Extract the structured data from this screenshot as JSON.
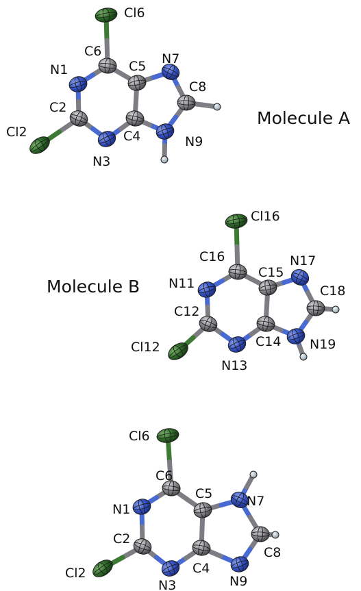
{
  "colors": {
    "C": "#8a8a8e",
    "N": "#3553c8",
    "Cl": "#2f6b2a",
    "H": "#b8c6cf",
    "C_bond": "#7d7d84",
    "N_bond": "#4a6ad3",
    "Cl_bond": "#3d7a34"
  },
  "molecules": [
    {
      "title": "Molecule A",
      "atoms": [
        {
          "id": "Cl6",
          "label": "Cl6",
          "el": "Cl"
        },
        {
          "id": "C6",
          "label": "C6",
          "el": "C"
        },
        {
          "id": "N1",
          "label": "N1",
          "el": "N"
        },
        {
          "id": "C2",
          "label": "C2",
          "el": "C"
        },
        {
          "id": "Cl2",
          "label": "Cl2",
          "el": "Cl"
        },
        {
          "id": "N3",
          "label": "N3",
          "el": "N"
        },
        {
          "id": "C4",
          "label": "C4",
          "el": "C"
        },
        {
          "id": "C5",
          "label": "C5",
          "el": "C"
        },
        {
          "id": "N7",
          "label": "N7",
          "el": "N"
        },
        {
          "id": "C8",
          "label": "C8",
          "el": "C"
        },
        {
          "id": "N9",
          "label": "N9",
          "el": "N"
        },
        {
          "id": "H8",
          "label": "",
          "el": "H"
        },
        {
          "id": "H9",
          "label": "",
          "el": "H"
        }
      ]
    },
    {
      "title": "Molecule B",
      "atoms": [
        {
          "id": "Cl16",
          "label": "Cl16",
          "el": "Cl"
        },
        {
          "id": "C16",
          "label": "C16",
          "el": "C"
        },
        {
          "id": "N11",
          "label": "N11",
          "el": "N"
        },
        {
          "id": "C12",
          "label": "C12",
          "el": "C"
        },
        {
          "id": "Cl12",
          "label": "Cl12",
          "el": "Cl"
        },
        {
          "id": "N13",
          "label": "N13",
          "el": "N"
        },
        {
          "id": "C14",
          "label": "C14",
          "el": "C"
        },
        {
          "id": "C15",
          "label": "C15",
          "el": "C"
        },
        {
          "id": "N17",
          "label": "N17",
          "el": "N"
        },
        {
          "id": "C18",
          "label": "C18",
          "el": "C"
        },
        {
          "id": "N19",
          "label": "N19",
          "el": "N"
        },
        {
          "id": "H18",
          "label": "",
          "el": "H"
        },
        {
          "id": "H19",
          "label": "",
          "el": "H"
        }
      ]
    },
    {
      "title": "",
      "atoms": [
        {
          "id": "Cl6",
          "label": "Cl6",
          "el": "Cl"
        },
        {
          "id": "C6",
          "label": "C6",
          "el": "C"
        },
        {
          "id": "N1",
          "label": "N1",
          "el": "N"
        },
        {
          "id": "C2",
          "label": "C2",
          "el": "C"
        },
        {
          "id": "Cl2",
          "label": "Cl2",
          "el": "Cl"
        },
        {
          "id": "N3",
          "label": "N3",
          "el": "N"
        },
        {
          "id": "C4",
          "label": "C4",
          "el": "C"
        },
        {
          "id": "C5",
          "label": "C5",
          "el": "C"
        },
        {
          "id": "N7",
          "label": "N7",
          "el": "N"
        },
        {
          "id": "C8",
          "label": "C8",
          "el": "C"
        },
        {
          "id": "N9",
          "label": "N9",
          "el": "N"
        },
        {
          "id": "H7",
          "label": "",
          "el": "H"
        },
        {
          "id": "H8",
          "label": "",
          "el": "H"
        }
      ]
    }
  ]
}
